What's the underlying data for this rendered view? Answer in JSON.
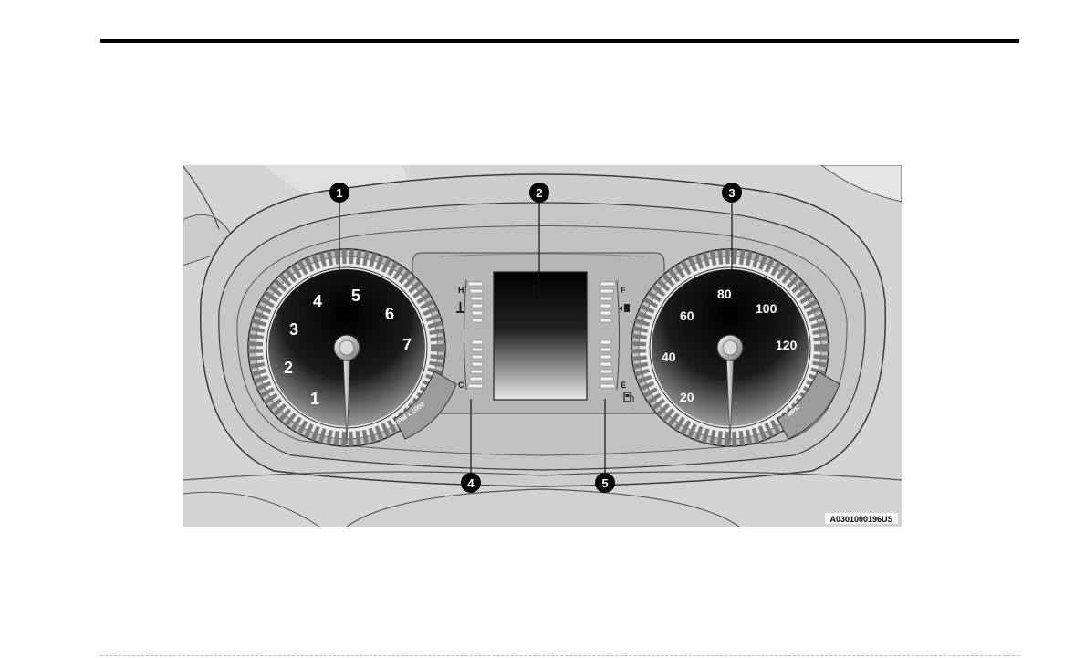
{
  "tachometer": {
    "numbers": [
      "1",
      "2",
      "3",
      "4",
      "5",
      "6",
      "7"
    ],
    "unit_label": "RPM x 1000"
  },
  "speedometer": {
    "numbers": [
      "20",
      "40",
      "60",
      "80",
      "100",
      "120"
    ],
    "unit_label": "MPH"
  },
  "temp_gauge": {
    "high": "H",
    "low": "C"
  },
  "fuel_gauge": {
    "full": "F",
    "empty": "E"
  },
  "callouts": [
    "1",
    "2",
    "3",
    "4",
    "5"
  ],
  "figure_code": "A0301000196US",
  "colors": {
    "panel": "#d2d2d2",
    "display": "#000000",
    "rule": "#000000"
  }
}
